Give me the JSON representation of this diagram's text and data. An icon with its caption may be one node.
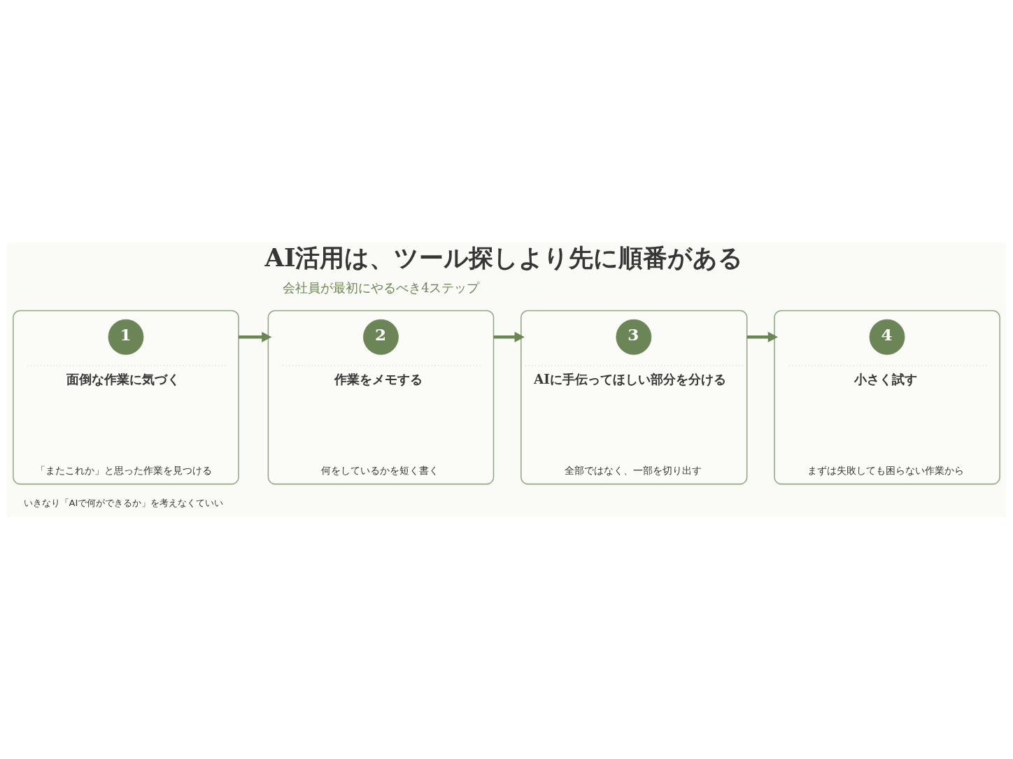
{
  "diagram": {
    "title": "AI活用は、ツール探しより先に順番がある",
    "nodes": [
      {
        "text": [
          "面倒な作業に気づく",
          "「またこれか」と思った作業を見つける"
        ]
      },
      {
        "text": [
          "1"
        ],
        "in": 0
      },
      {
        "text": [
          "作業をメモする",
          "何をしているかを短く書く"
        ]
      },
      {
        "text": [
          "2"
        ],
        "in": 2
      },
      {
        "text": [
          "AIに手伝ってほしい部分を分ける",
          "全部ではなく、一部を切り出す"
        ]
      },
      {
        "text": [
          "3"
        ],
        "in": 4
      },
      {
        "text": [
          "小さく試す",
          "まずは失敗しても困らない作業から"
        ]
      },
      {
        "text": [
          "4"
        ],
        "in": 6
      }
    ],
    "edges": [
      {
        "from": 0,
        "to": 2,
        "arrow": "to"
      },
      {
        "from": 2,
        "to": 4,
        "arrow": "to"
      },
      {
        "from": 4,
        "to": 6,
        "arrow": "to"
      }
    ],
    "labels": [
      "会社員が最初にやるべき4ステップ",
      "いきなり「AIで何ができるか」を考えなくていい"
    ]
  }
}
